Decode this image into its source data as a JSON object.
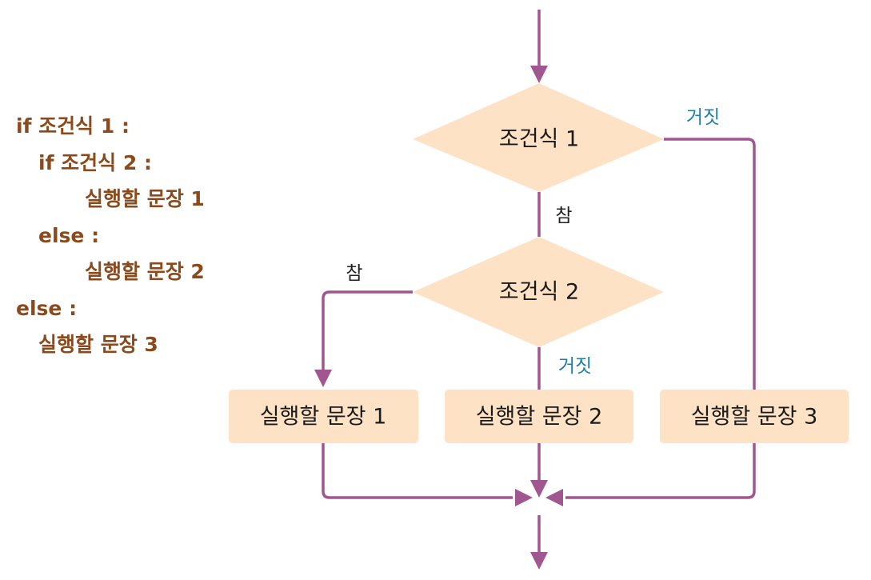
{
  "code": {
    "lines": [
      "if 조건식 1 :",
      "if 조건식 2 :",
      "실행할 문장 1",
      "else :",
      "실행할 문장 2",
      "else :",
      "실행할 문장 3"
    ]
  },
  "flowchart": {
    "condition1": "조건식 1",
    "condition2": "조건식 2",
    "true_label": "참",
    "false_label": "거짓",
    "statement1": "실행할 문장 1",
    "statement2": "실행할 문장 2",
    "statement3": "실행할 문장 3"
  },
  "colors": {
    "flow_line": "#a0568f",
    "shape_fill": "#fde2c6",
    "code_text": "#8a4a1c",
    "false_label": "#1e7fa6"
  }
}
